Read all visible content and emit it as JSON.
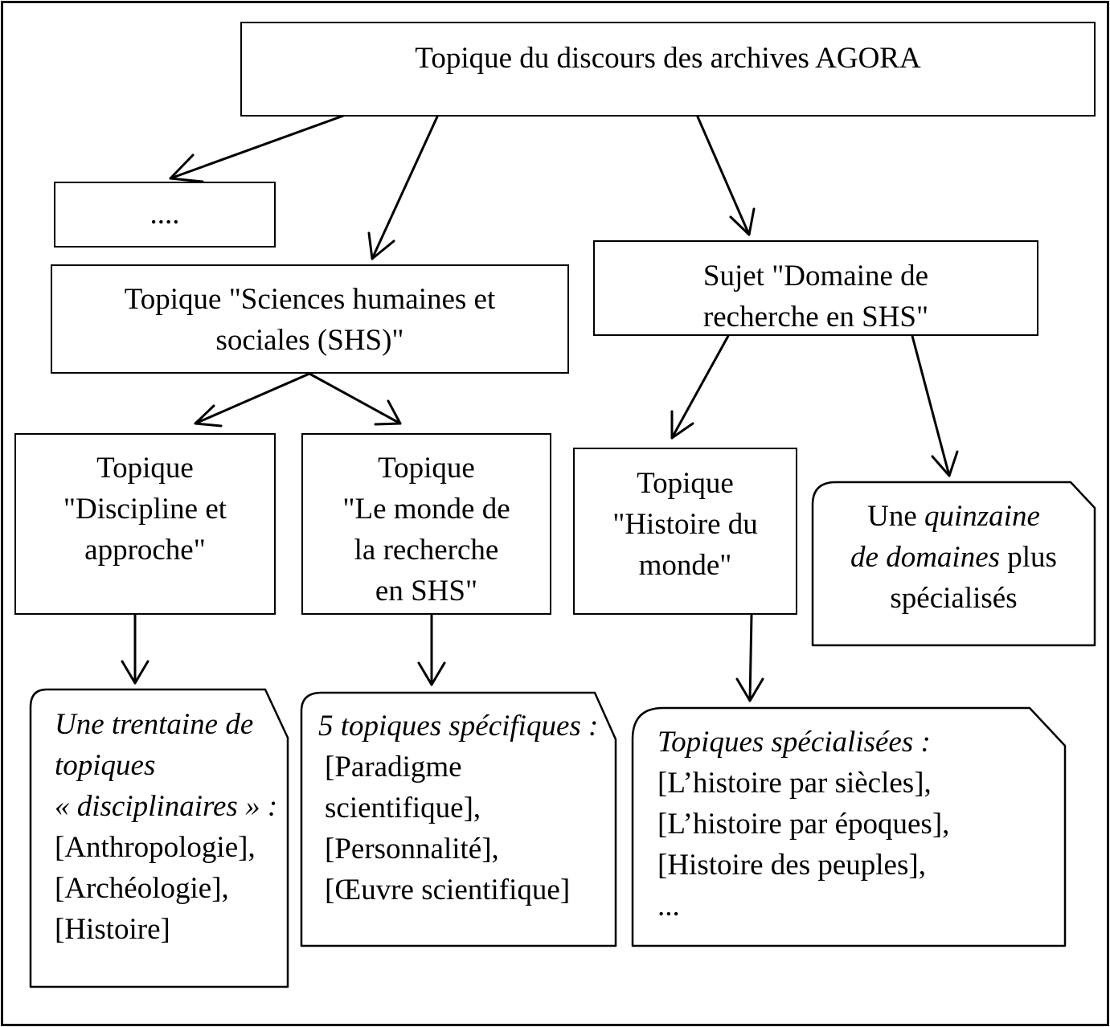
{
  "root": {
    "label": "Topique du discours des archives AGORA"
  },
  "ellipsis_box": {
    "label": "...."
  },
  "shs": {
    "lines": [
      "Topique \"Sciences humaines et",
      "sociales (SHS)\""
    ]
  },
  "domaine": {
    "lines": [
      "Sujet \"Domaine de",
      "recherche en SHS\""
    ]
  },
  "discipline": {
    "lines": [
      "Topique",
      "\"Discipline et",
      "approche\""
    ]
  },
  "monde_recherche": {
    "lines": [
      "Topique",
      "\"Le monde de",
      "la recherche",
      "en SHS\""
    ]
  },
  "histoire_monde": {
    "lines": [
      "Topique",
      "\"Histoire du",
      "monde\""
    ]
  },
  "quinzaine": {
    "line1_a": "Une ",
    "line1_b": "quinzaine",
    "line2_a": "de domaines",
    "line2_b": " plus",
    "line3": "spécialisés"
  },
  "trentaine": {
    "italic_lines": [
      "Une trentaine de",
      "topiques",
      "« disciplinaires » :"
    ],
    "items": [
      "[Anthropologie],",
      "[Archéologie],",
      "[Histoire]"
    ]
  },
  "cinq_topiques": {
    "heading": "5 topiques spécifiques :",
    "items": [
      "[Paradigme",
      "scientifique],",
      "[Personnalité],",
      "[Œuvre scientifique]"
    ]
  },
  "specialisees": {
    "heading": "Topiques spécialisées :",
    "items": [
      "[L’histoire par siècles],",
      "[L’histoire par époques],",
      "[Histoire des peuples],",
      "..."
    ]
  }
}
